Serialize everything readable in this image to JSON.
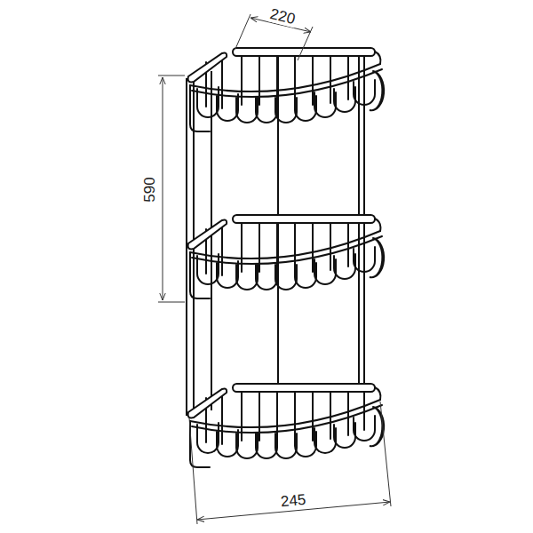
{
  "diagram": {
    "labels": [
      "220",
      "590",
      "245"
    ]
  }
}
